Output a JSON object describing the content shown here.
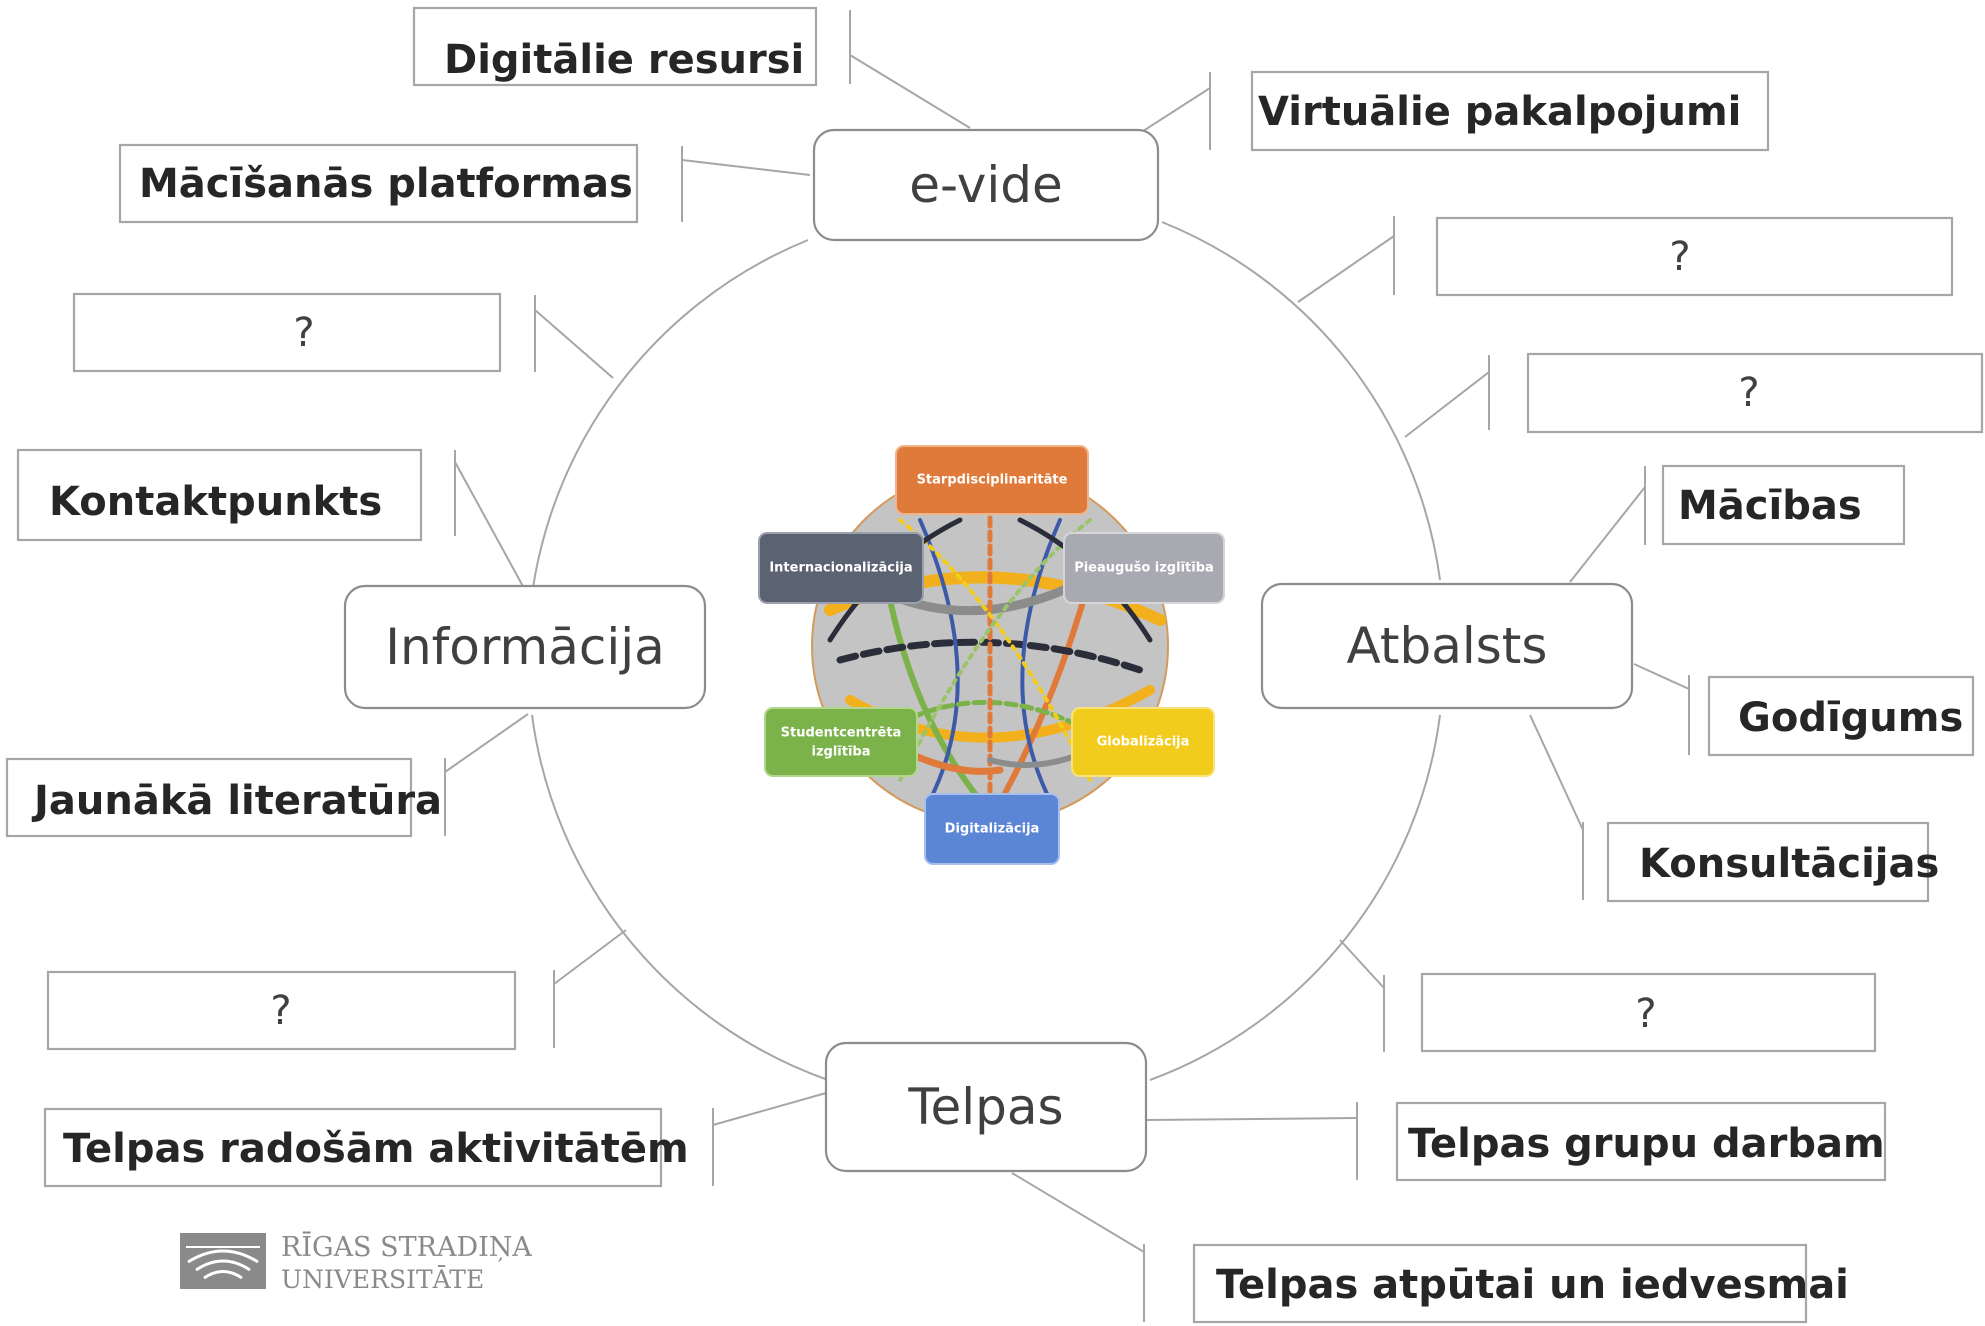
{
  "hubs": {
    "evide": "e-vide",
    "atbalsts": "Atbalsts",
    "telpas": "Telpas",
    "informacija": "Informācija"
  },
  "leaves": {
    "digitalie_resursi": "Digitālie resursi",
    "virtualie_pakalpojumi": "Virtuālie pakalpojumi",
    "macisanas_platformas": "Mācīšanās platformas",
    "q_top_right_1": "?",
    "q_top_right_2": "?",
    "q_left_top": "?",
    "kontaktpunkts": "Kontaktpunkts",
    "macibas": "Mācības",
    "godigums": "Godīgums",
    "konsultacijas": "Konsultācijas",
    "jaunaka_literatura": "Jaunākā literatūra",
    "q_left_bottom": "?",
    "q_right_bottom": "?",
    "telpas_radosam": "Telpas radošām aktivitātēm",
    "telpas_grupu": "Telpas grupu darbam",
    "telpas_atputai": "Telpas atpūtai un iedvesmai"
  },
  "center": {
    "starpdisciplinaritate": "Starpdisciplinaritāte",
    "internacionalizacija": "Internacionalizācija",
    "pieauguso": "Pieaugušo izglītība",
    "studentcentreta_1": "Studentcentrēta",
    "studentcentreta_2": "izglītība",
    "globalizacija": "Globalizācija",
    "digitalizacija": "Digitalizācija"
  },
  "logo": {
    "line1": "RĪGAS STRADIŅA",
    "line2": "UNIVERSITĀTE"
  },
  "colors": {
    "orange": "#e07a3a",
    "slate": "#5b6272",
    "silver": "#a9a9b1",
    "green": "#7cb24a",
    "yellow": "#f2cc1c",
    "blue": "#5b86d6"
  }
}
